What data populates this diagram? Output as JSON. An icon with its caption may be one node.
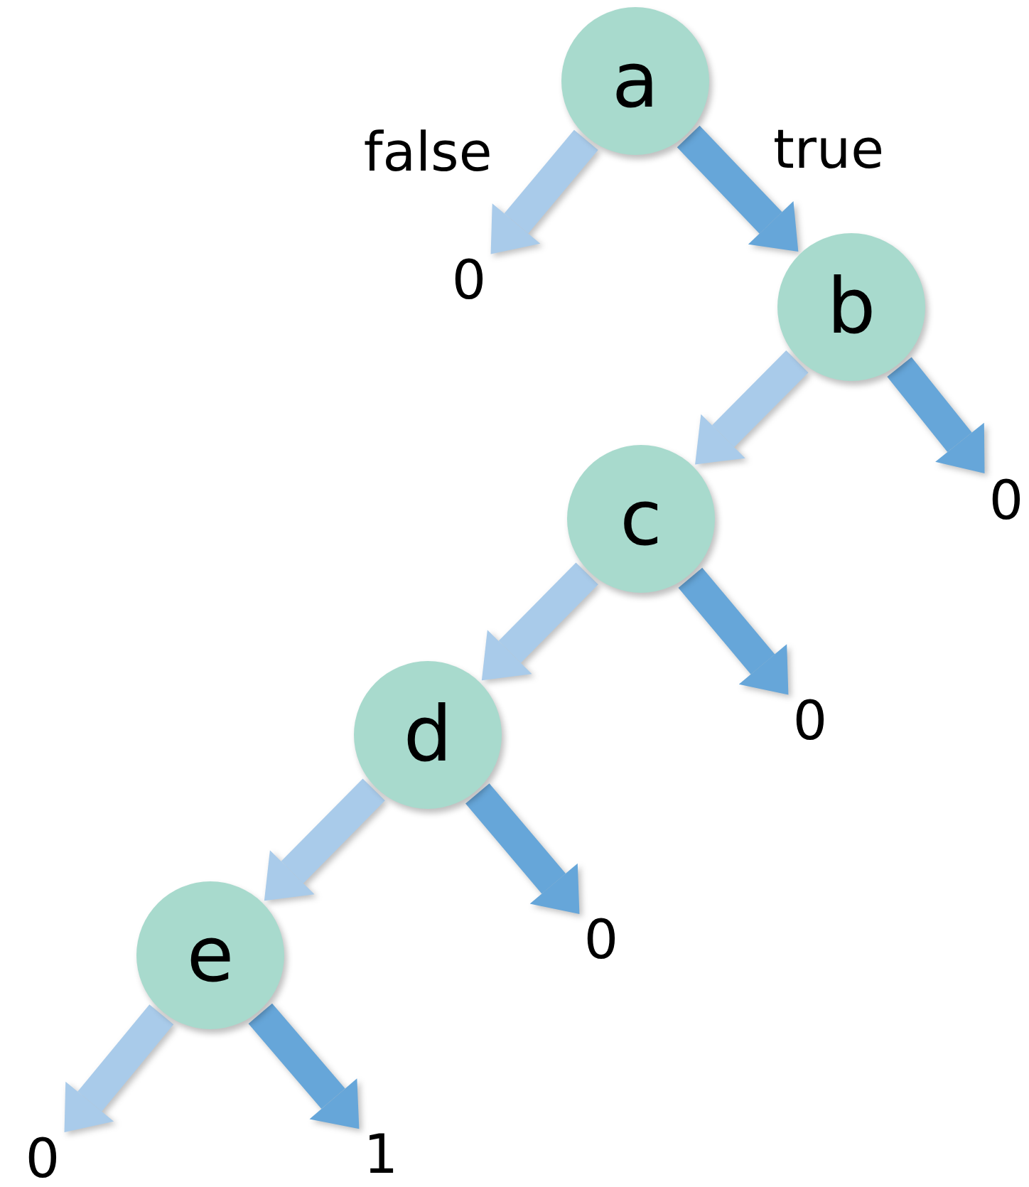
{
  "diagram": {
    "nodes": [
      {
        "text": [
          "a"
        ]
      },
      {
        "text": [
          "0"
        ]
      },
      {
        "text": [
          "b"
        ]
      },
      {
        "text": [
          "c"
        ]
      },
      {
        "text": [
          "0"
        ]
      },
      {
        "text": [
          "d"
        ]
      },
      {
        "text": [
          "0"
        ]
      },
      {
        "text": [
          "e"
        ]
      },
      {
        "text": [
          "0"
        ]
      },
      {
        "text": [
          "0"
        ]
      },
      {
        "text": [
          "1"
        ]
      }
    ],
    "edges": [
      {
        "from": 0,
        "to": 1,
        "arrow": "to",
        "label": "false",
        "color": "#a9cbea"
      },
      {
        "from": 0,
        "to": 2,
        "arrow": "to",
        "label": "true",
        "color": "#66a6d9"
      },
      {
        "from": 2,
        "to": 3,
        "arrow": "to",
        "color": "#a9cbea"
      },
      {
        "from": 2,
        "to": 4,
        "arrow": "to",
        "color": "#66a6d9"
      },
      {
        "from": 3,
        "to": 5,
        "arrow": "to",
        "color": "#a9cbea"
      },
      {
        "from": 3,
        "to": 6,
        "arrow": "to",
        "color": "#66a6d9"
      },
      {
        "from": 5,
        "to": 7,
        "arrow": "to",
        "color": "#a9cbea"
      },
      {
        "from": 5,
        "to": 8,
        "arrow": "to",
        "color": "#66a6d9"
      },
      {
        "from": 7,
        "to": 9,
        "arrow": "to",
        "color": "#a9cbea"
      },
      {
        "from": 7,
        "to": 10,
        "arrow": "to",
        "color": "#66a6d9"
      }
    ]
  }
}
